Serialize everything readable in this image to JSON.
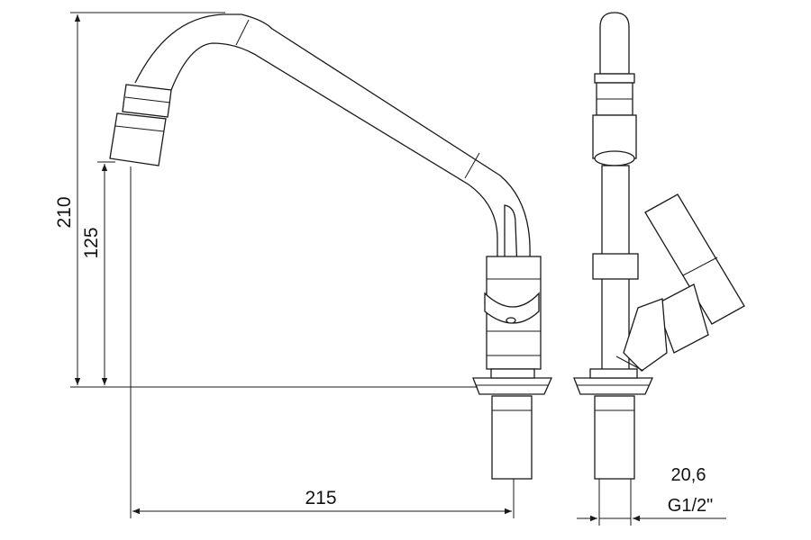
{
  "dimensions": {
    "total_height": "210",
    "spout_height": "125",
    "spout_reach": "215",
    "inlet_diameter": "20,6",
    "inlet_thread": "G1/2\""
  }
}
